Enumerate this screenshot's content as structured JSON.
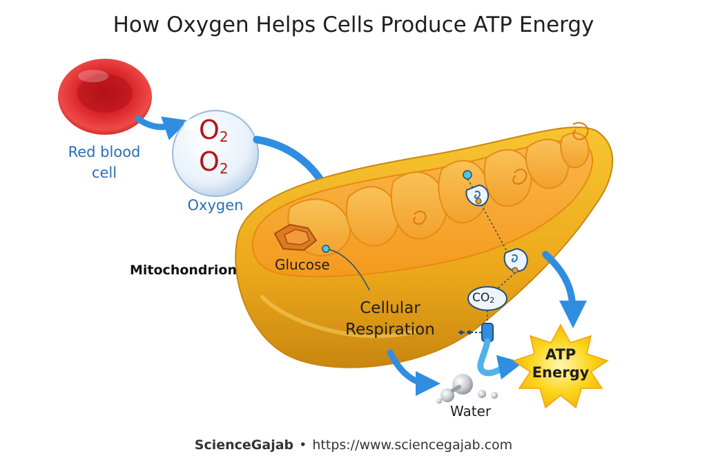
{
  "title": "How Oxygen Helps Cells Produce ATP Energy",
  "labels": {
    "red_blood_cell_line1": "Red blood",
    "red_blood_cell_line2": "cell",
    "oxygen": "Oxygen",
    "o2_letter": "O",
    "o2_sub": "2",
    "mitochondrion": "Mitochondrion",
    "glucose": "Glucose",
    "cellular_respiration_line1": "Cellular",
    "cellular_respiration_line2": "Respiration",
    "co2_letters": "CO",
    "co2_sub": "2",
    "water": "Water",
    "atp_line1": "ATP",
    "atp_line2": "Energy"
  },
  "footer": {
    "brand": "ScienceGajab",
    "separator": "•",
    "url": "https://www.sciencegajab.com"
  },
  "colors": {
    "red_cell": "#d8232a",
    "oxygen_text": "#b3161c",
    "label_blue": "#2a6db5",
    "arrow_blue": "#2f8ee0",
    "mito_outer": "#f2b21f",
    "mito_inner": "#f6a623",
    "atp_star": "#fcd419"
  }
}
